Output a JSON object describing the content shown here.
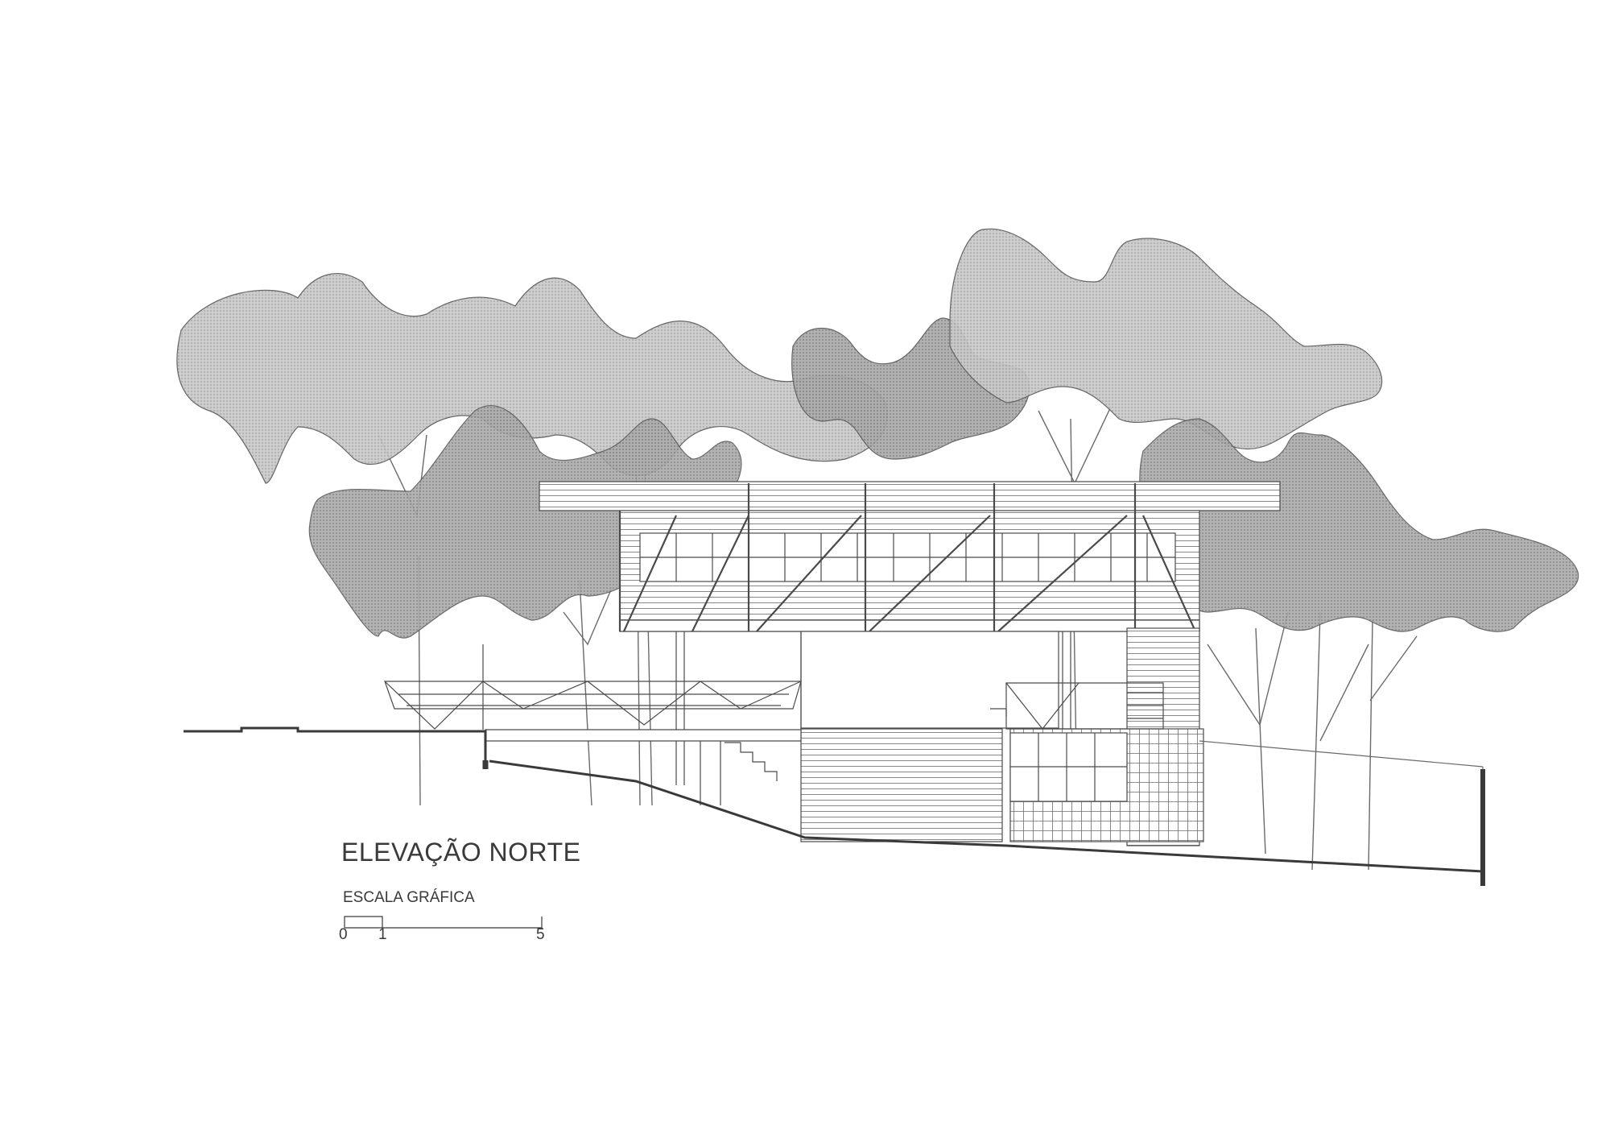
{
  "drawing": {
    "title": "ELEVAÇÃO NORTE",
    "scale": {
      "label": "ESCALA GRÁFICA",
      "ticks": [
        "0",
        "1",
        "5"
      ]
    },
    "colors": {
      "line": "#4a4a4a",
      "ground": "#3a3a3a",
      "canopy_light": "#c8c8c8",
      "canopy_dark": "#a9a9a9",
      "canopy_edge": "#5a5a5a"
    }
  }
}
